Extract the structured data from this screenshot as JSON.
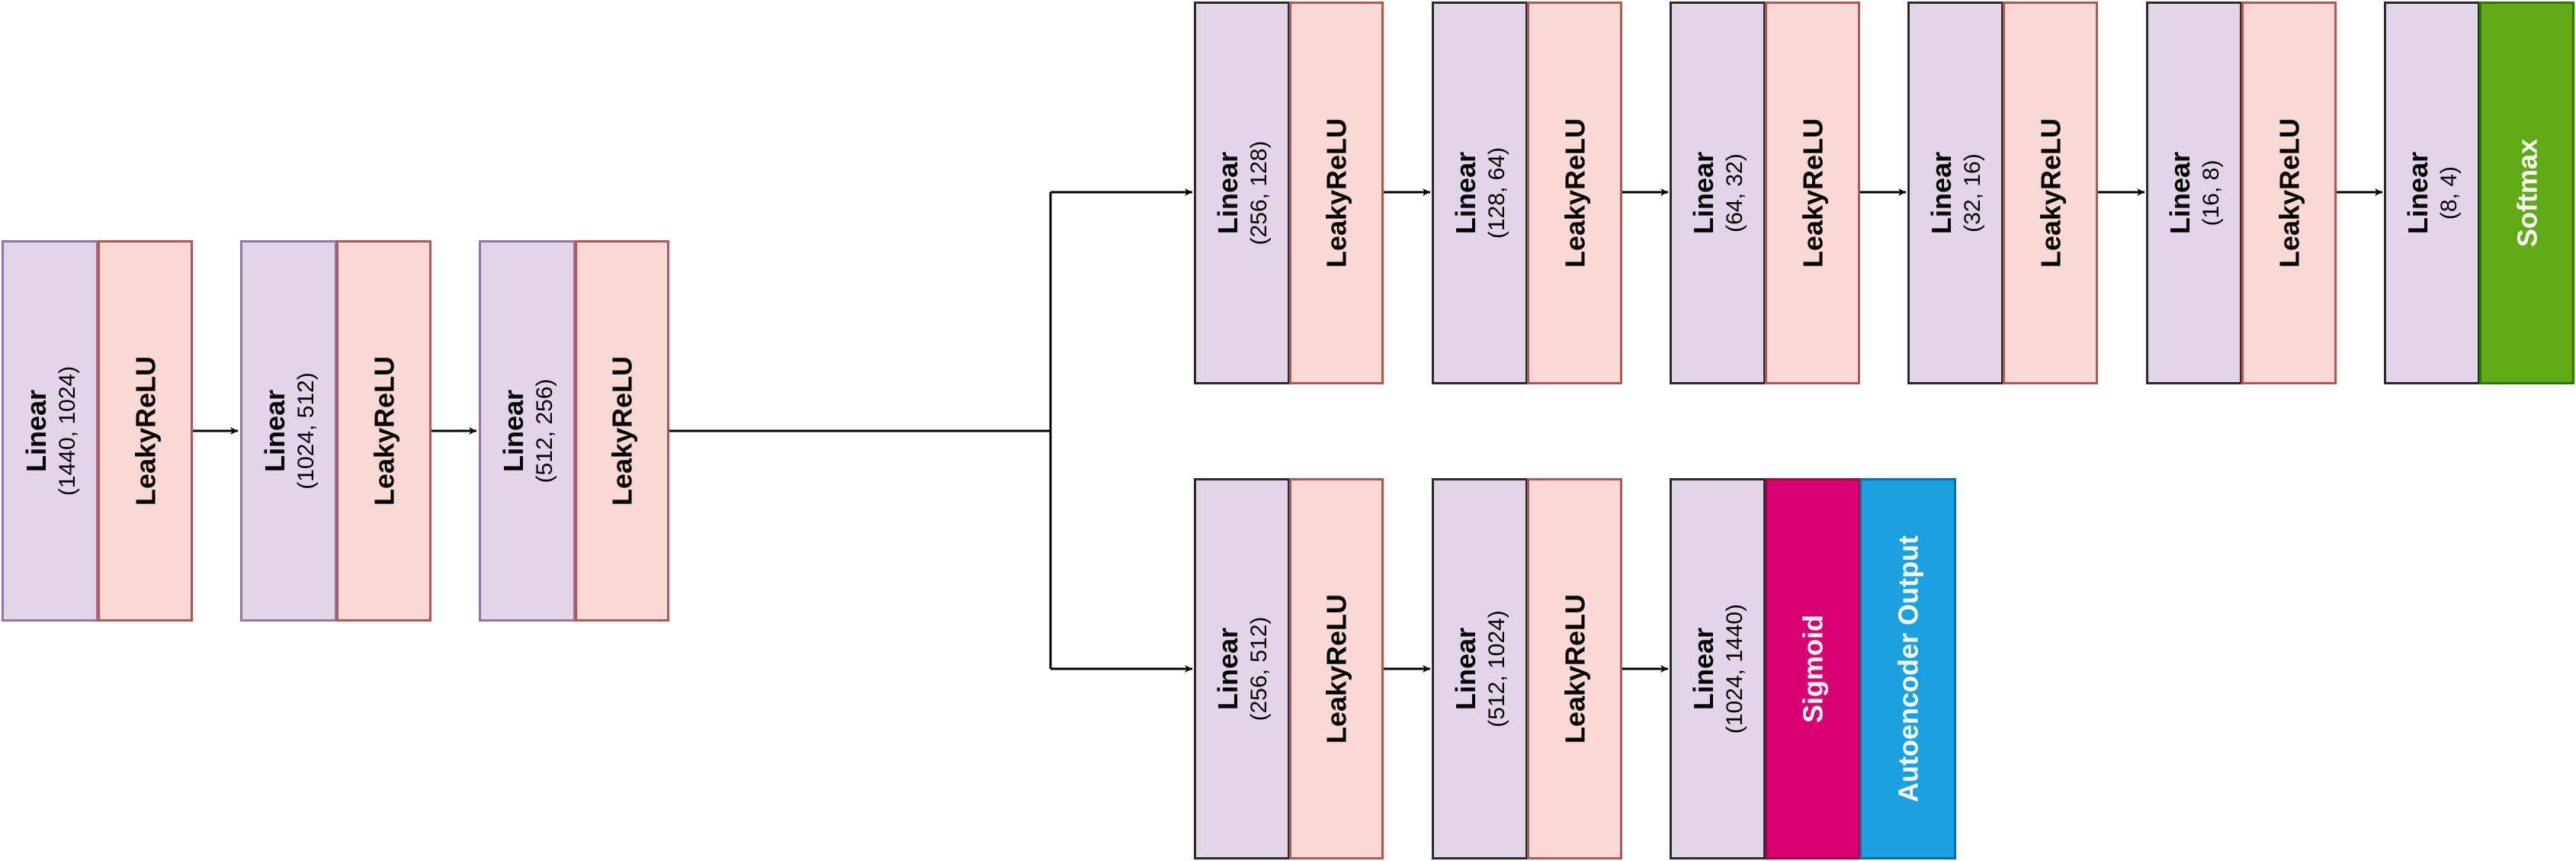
{
  "colors": {
    "linear_fill": "#e1d5e7",
    "activation_fill": "#fad9d5",
    "softmax_fill": "#60a917",
    "sigmoid_fill": "#d80073",
    "autoencoder_fill": "#1ba1e2"
  },
  "encoder": [
    {
      "linear": "Linear",
      "dims": "(1440, 1024)",
      "activation": "LeakyReLU"
    },
    {
      "linear": "Linear",
      "dims": "(1024, 512)",
      "activation": "LeakyReLU"
    },
    {
      "linear": "Linear",
      "dims": "(512, 256)",
      "activation": "LeakyReLU"
    }
  ],
  "classifier": [
    {
      "linear": "Linear",
      "dims": "(256, 128)",
      "activation": "LeakyReLU"
    },
    {
      "linear": "Linear",
      "dims": "(128, 64)",
      "activation": "LeakyReLU"
    },
    {
      "linear": "Linear",
      "dims": "(64, 32)",
      "activation": "LeakyReLU"
    },
    {
      "linear": "Linear",
      "dims": "(32, 16)",
      "activation": "LeakyReLU"
    },
    {
      "linear": "Linear",
      "dims": "(16, 8)",
      "activation": "LeakyReLU"
    },
    {
      "linear": "Linear",
      "dims": "(8, 4)",
      "activation": "Softmax"
    }
  ],
  "decoder": [
    {
      "linear": "Linear",
      "dims": "(256, 512)",
      "activation": "LeakyReLU"
    },
    {
      "linear": "Linear",
      "dims": "(512, 1024)",
      "activation": "LeakyReLU"
    },
    {
      "linear": "Linear",
      "dims": "(1024, 1440)",
      "activation": "Sigmoid"
    }
  ],
  "output": {
    "label": "Autoencoder Output"
  }
}
